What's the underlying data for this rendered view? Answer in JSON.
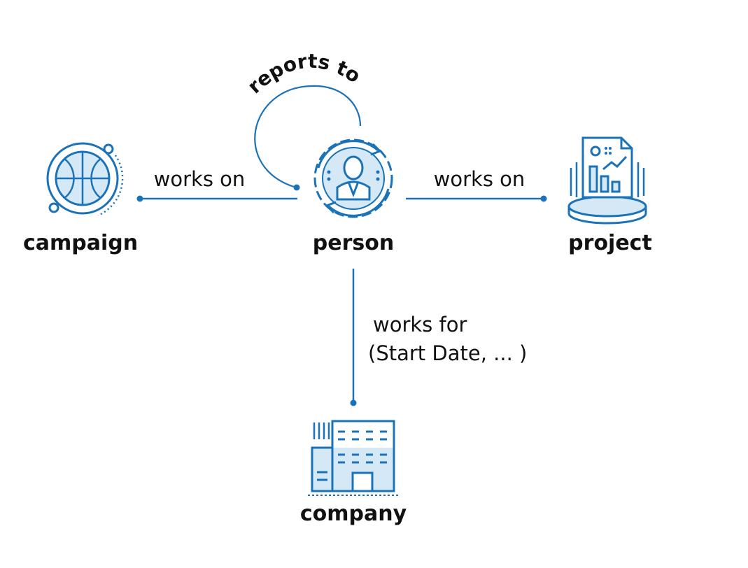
{
  "colors": {
    "primary": "#1a73b8",
    "light": "#d5e8f6",
    "text": "#111111"
  },
  "nodes": {
    "campaign": {
      "label": "campaign",
      "icon": "basketball-icon"
    },
    "person": {
      "label": "person",
      "icon": "person-cycle-icon"
    },
    "project": {
      "label": "project",
      "icon": "report-chart-icon"
    },
    "company": {
      "label": "company",
      "icon": "office-building-icon"
    }
  },
  "edges": {
    "reports_to": {
      "label": "reports to"
    },
    "works_on_campaign": {
      "label": "works on"
    },
    "works_on_project": {
      "label": "works on"
    },
    "works_for": {
      "label": "works for",
      "label2": "(Start Date, ... )"
    }
  }
}
